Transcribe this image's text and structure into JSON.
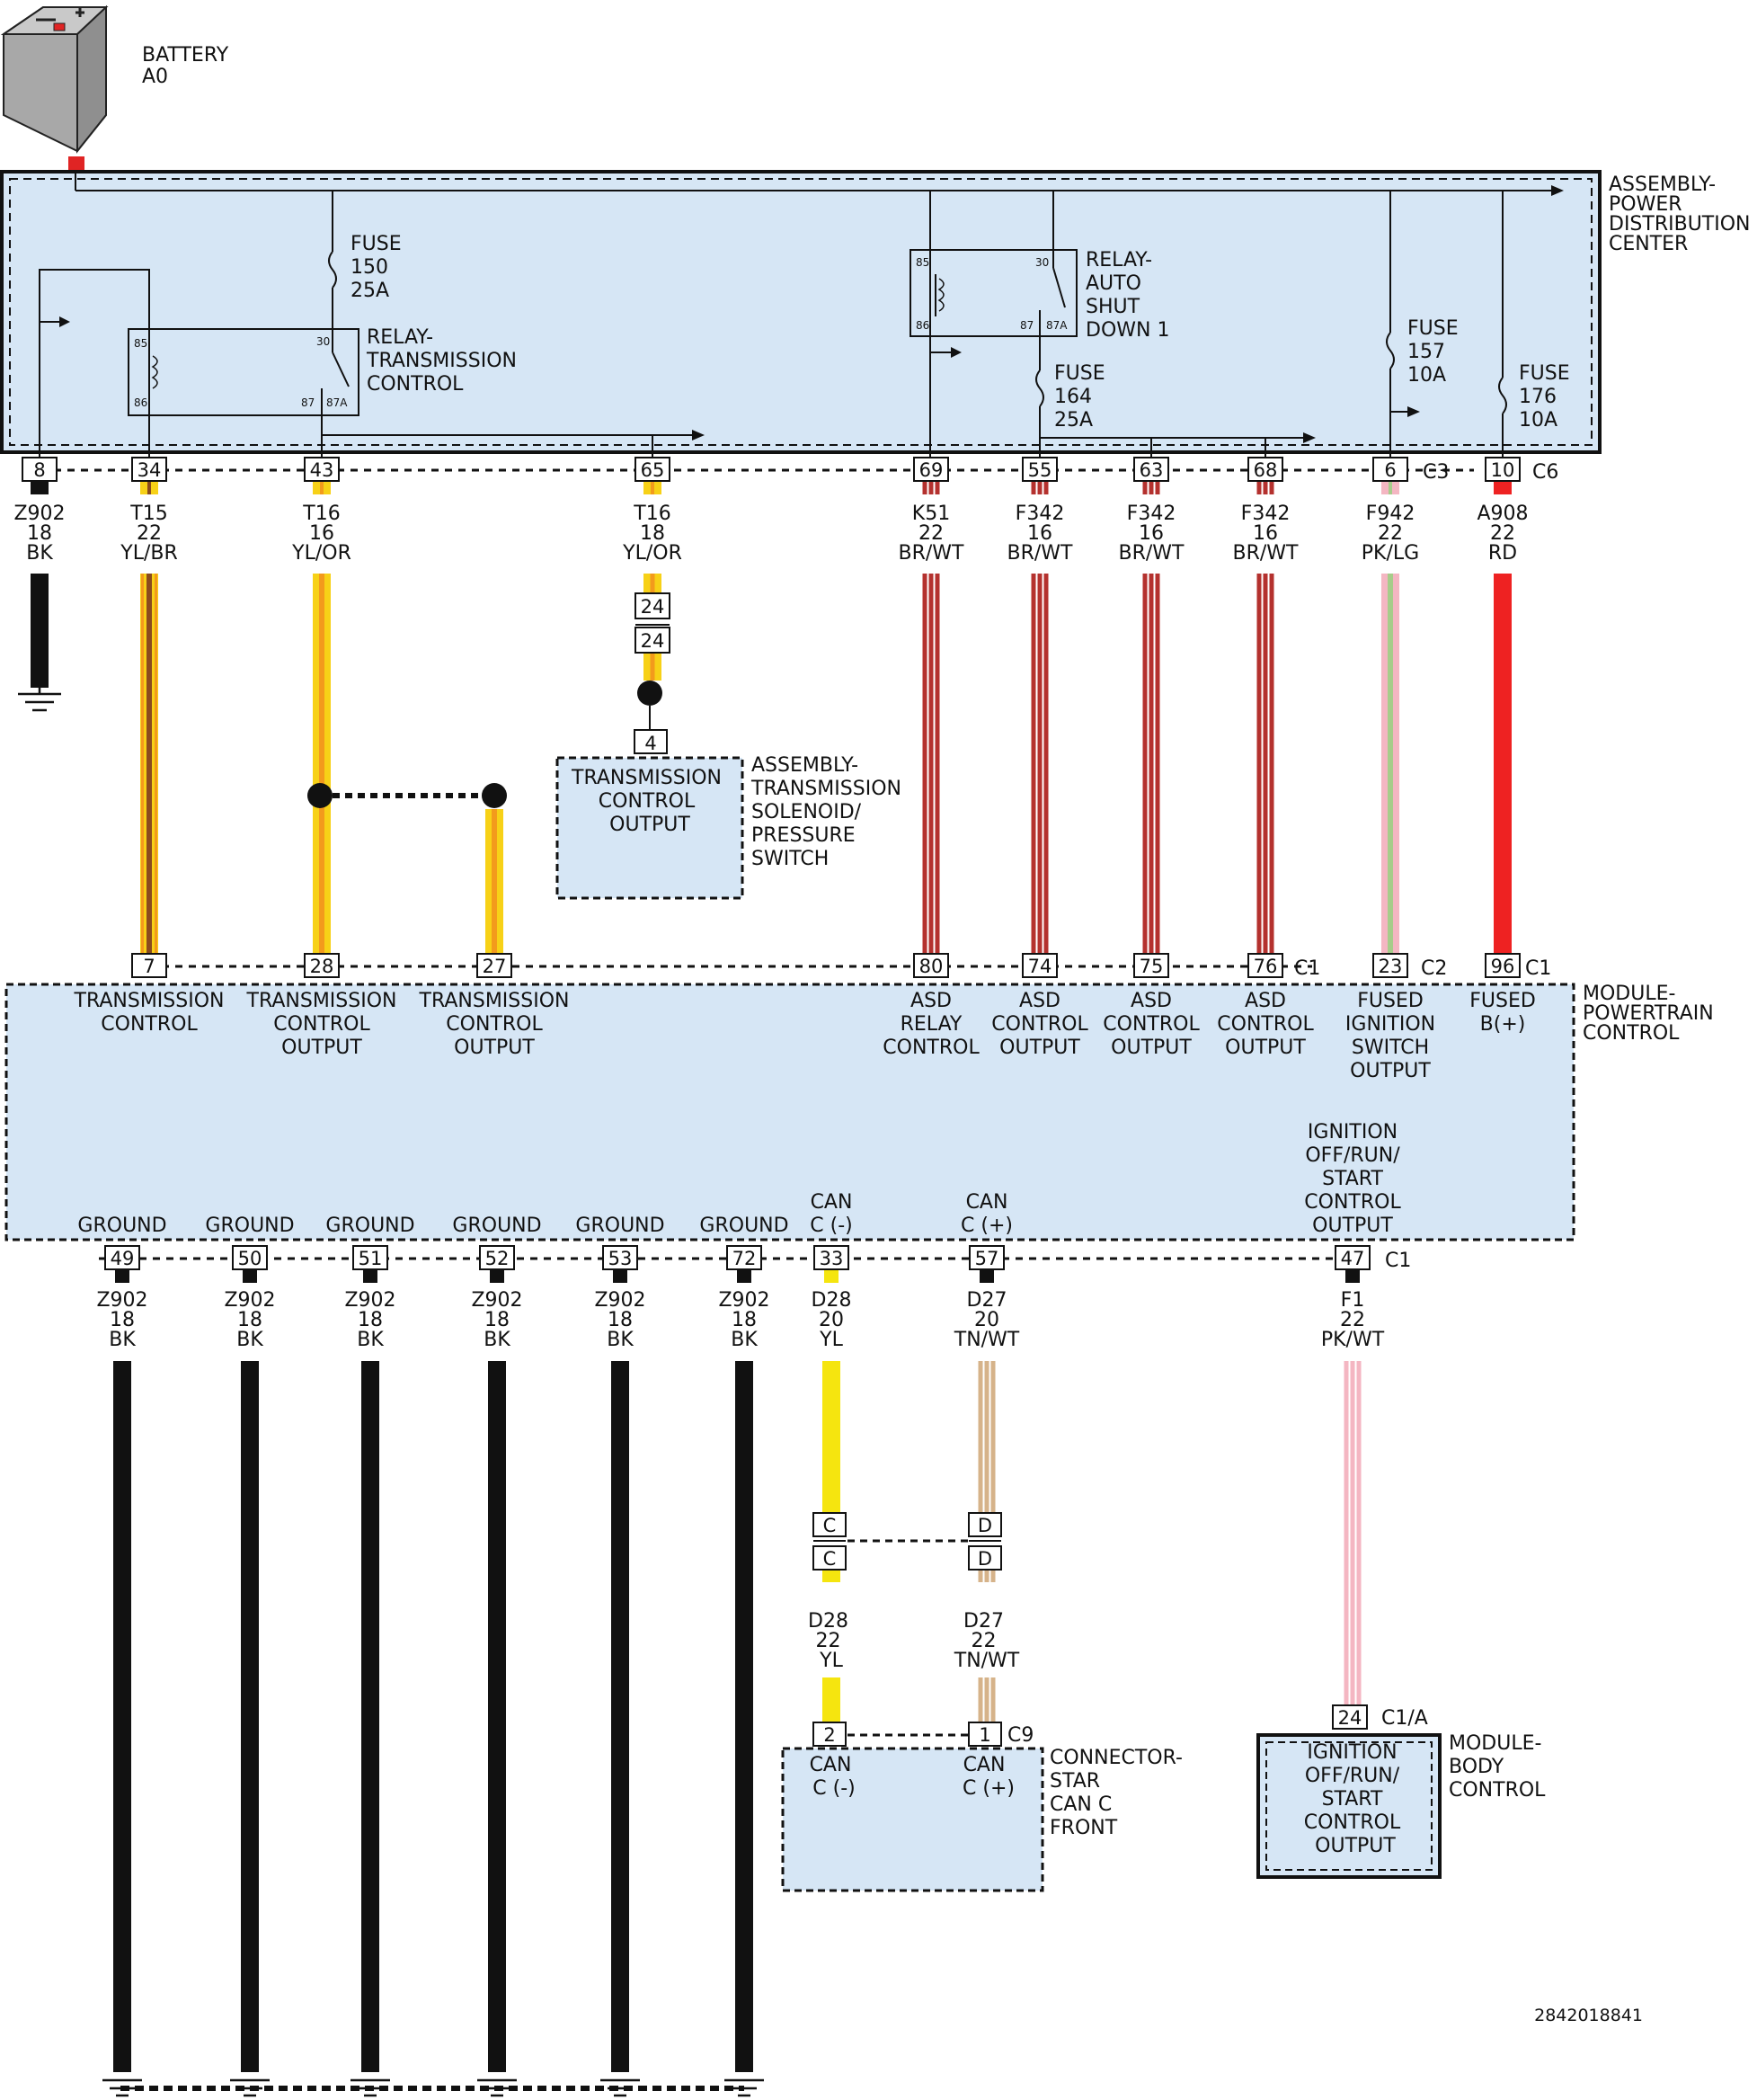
{
  "battery": {
    "name": "BATTERY",
    "id": "A0"
  },
  "pdc": {
    "lines": [
      "ASSEMBLY-",
      "POWER",
      "DISTRIBUTION",
      "CENTER"
    ]
  },
  "relay_tc": {
    "lines": [
      "RELAY-",
      "TRANSMISSION",
      "CONTROL"
    ],
    "pins": {
      "p85": "85",
      "p86": "86",
      "p30": "30",
      "p87": "87",
      "p87a": "87A"
    }
  },
  "relay_asd": {
    "lines": [
      "RELAY-",
      "AUTO",
      "SHUT",
      "DOWN 1"
    ],
    "pins": {
      "p85": "85",
      "p86": "86",
      "p30": "30",
      "p87": "87",
      "p87a": "87A"
    }
  },
  "fuse150": {
    "lines": [
      "FUSE",
      "150",
      "25A"
    ]
  },
  "fuse164": {
    "lines": [
      "FUSE",
      "164",
      "25A"
    ]
  },
  "fuse157": {
    "lines": [
      "FUSE",
      "157",
      "10A"
    ]
  },
  "fuse176": {
    "lines": [
      "FUSE",
      "176",
      "10A"
    ]
  },
  "pdc_pins": [
    "8",
    "34",
    "43",
    "65",
    "69",
    "55",
    "63",
    "68",
    "6",
    "10"
  ],
  "pdc_conn": {
    "c3": "C3",
    "c6": "C6"
  },
  "wires_top": [
    [
      "Z902",
      "18",
      "BK"
    ],
    [
      "T15",
      "22",
      "YL/BR"
    ],
    [
      "T16",
      "16",
      "YL/OR"
    ],
    [
      "T16",
      "18",
      "YL/OR"
    ],
    [
      "K51",
      "22",
      "BR/WT"
    ],
    [
      "F342",
      "16",
      "BR/WT"
    ],
    [
      "F342",
      "16",
      "BR/WT"
    ],
    [
      "F342",
      "16",
      "BR/WT"
    ],
    [
      "F942",
      "22",
      "PK/LG"
    ],
    [
      "A908",
      "22",
      "RD"
    ]
  ],
  "inline_24": [
    "24",
    "24"
  ],
  "solenoid": {
    "pin": "4",
    "box_lines": [
      "TRANSMISSION",
      "CONTROL",
      "OUTPUT"
    ],
    "label_lines": [
      "ASSEMBLY-",
      "TRANSMISSION",
      "SOLENOID/",
      "PRESSURE",
      "SWITCH"
    ]
  },
  "pcm_top_pins": [
    "7",
    "28",
    "27",
    "80",
    "74",
    "75",
    "76",
    "23",
    "96"
  ],
  "pcm_top_conn": {
    "c1a": "C1",
    "c2": "C2",
    "c1b": "C1"
  },
  "pcm": {
    "lines": [
      "MODULE-",
      "POWERTRAIN",
      "CONTROL"
    ],
    "top_labels": [
      [
        "TRANSMISSION",
        "CONTROL"
      ],
      [
        "TRANSMISSION",
        "CONTROL",
        "OUTPUT"
      ],
      [
        "TRANSMISSION",
        "CONTROL",
        "OUTPUT"
      ],
      [
        "ASD",
        "RELAY",
        "CONTROL"
      ],
      [
        "ASD",
        "CONTROL",
        "OUTPUT"
      ],
      [
        "ASD",
        "CONTROL",
        "OUTPUT"
      ],
      [
        "ASD",
        "CONTROL",
        "OUTPUT"
      ],
      [
        "FUSED",
        "IGNITION",
        "SWITCH",
        "OUTPUT"
      ],
      [
        "FUSED",
        "B(+)"
      ]
    ],
    "bottom_labels": [
      [
        "GROUND"
      ],
      [
        "GROUND"
      ],
      [
        "GROUND"
      ],
      [
        "GROUND"
      ],
      [
        "GROUND"
      ],
      [
        "GROUND"
      ],
      [
        "CAN",
        "C (-)"
      ],
      [
        "CAN",
        "C (+)"
      ],
      [
        "IGNITION",
        "OFF/RUN/",
        "START",
        "CONTROL",
        "OUTPUT"
      ]
    ]
  },
  "pcm_bottom_pins": [
    "49",
    "50",
    "51",
    "52",
    "53",
    "72",
    "33",
    "57",
    "47"
  ],
  "pcm_bottom_conn": "C1",
  "wires_bottom": [
    [
      "Z902",
      "18",
      "BK"
    ],
    [
      "Z902",
      "18",
      "BK"
    ],
    [
      "Z902",
      "18",
      "BK"
    ],
    [
      "Z902",
      "18",
      "BK"
    ],
    [
      "Z902",
      "18",
      "BK"
    ],
    [
      "Z902",
      "18",
      "BK"
    ],
    [
      "D28",
      "20",
      "YL"
    ],
    [
      "D27",
      "20",
      "TN/WT"
    ],
    [
      "F1",
      "22",
      "PK/WT"
    ]
  ],
  "inline_cd": {
    "c": "C",
    "d": "D"
  },
  "wires_can_lower": [
    [
      "D28",
      "22",
      "YL"
    ],
    [
      "D27",
      "22",
      "TN/WT"
    ]
  ],
  "star": {
    "pins": [
      "2",
      "1"
    ],
    "conn": "C9",
    "cans": [
      [
        "CAN",
        "C (-)"
      ],
      [
        "CAN",
        "C (+)"
      ]
    ],
    "lines": [
      "CONNECTOR-",
      "STAR",
      "CAN C",
      "FRONT"
    ]
  },
  "bcm": {
    "pin": "24",
    "conn": "C1/A",
    "box_lines": [
      "IGNITION",
      "OFF/RUN/",
      "START",
      "CONTROL",
      "OUTPUT"
    ],
    "lines": [
      "MODULE-",
      "BODY",
      "CONTROL"
    ]
  },
  "doc_number": "2842018841",
  "colors": {
    "box_fill": "#d6e6f5",
    "black": "#111111",
    "yellow": "#f7d117",
    "orange": "#f39a1c",
    "brown": "#8a4b1e",
    "red_brown": "#b4312e",
    "red": "#ee2222",
    "pink": "#f4b6c2",
    "light_green": "#a7cc8a",
    "tan": "#d6b38a",
    "can_yellow": "#f5e50f"
  }
}
